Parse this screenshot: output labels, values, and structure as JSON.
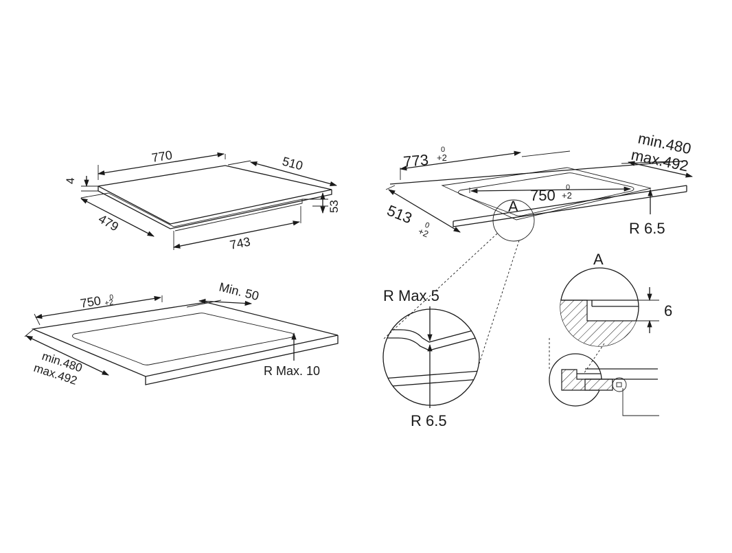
{
  "hob": {
    "width": "770",
    "depth": "510",
    "thickness": "4",
    "height": "53",
    "base_depth": "479",
    "base_width": "743"
  },
  "flush_cutout": {
    "width": "773",
    "width_tol_upper": "0",
    "width_tol_lower": "+2",
    "depth": "513",
    "depth_tol_upper": "0",
    "depth_tol_lower": "+2",
    "inner_width": "750",
    "inner_width_tol_upper": "0",
    "inner_width_tol_lower": "+2",
    "worktop_min": "min.480",
    "worktop_max": "max.492",
    "radius": "R 6.5",
    "detail_marker": "A"
  },
  "standard_cutout": {
    "width": "750",
    "width_tol_upper": "0",
    "width_tol_lower": "+2",
    "min_distance": "Min. 50",
    "worktop_min": "min.480",
    "worktop_max": "max.492",
    "radius": "R Max. 10"
  },
  "detail_zoom": {
    "outer_radius": "R Max.5",
    "inner_radius": "R 6.5"
  },
  "detail_a": {
    "title": "A",
    "rebate_depth": "6"
  }
}
